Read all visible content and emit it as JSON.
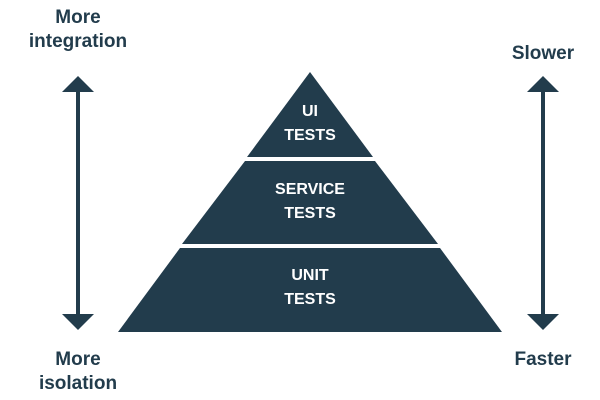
{
  "colors": {
    "primary": "#223c4c",
    "background": "#ffffff"
  },
  "left_axis": {
    "top": "More integration",
    "top_lines": [
      "More",
      "integration"
    ],
    "bottom_lines": [
      "More",
      "isolation"
    ]
  },
  "right_axis": {
    "top": "Slower",
    "bottom": "Faster"
  },
  "pyramid": {
    "tiers": [
      {
        "lines": [
          "UI",
          "TESTS"
        ]
      },
      {
        "lines": [
          "SERVICE",
          "TESTS"
        ]
      },
      {
        "lines": [
          "UNIT",
          "TESTS"
        ]
      }
    ]
  }
}
